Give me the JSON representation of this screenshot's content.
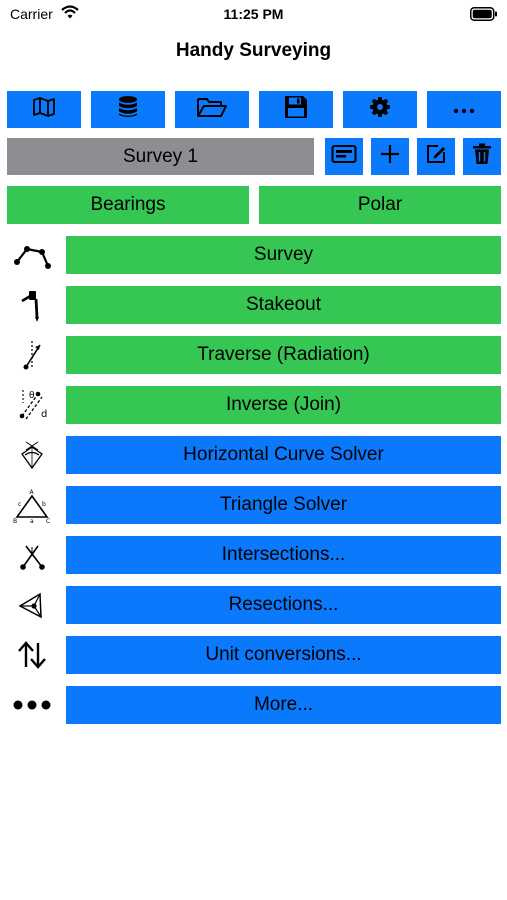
{
  "status_bar": {
    "carrier": "Carrier",
    "time": "11:25 PM"
  },
  "title": "Handy Surveying",
  "toolbar": {
    "icons": [
      "map-icon",
      "database-icon",
      "folder-icon",
      "save-icon",
      "gear-icon",
      "more-icon"
    ]
  },
  "survey": {
    "name": "Survey 1",
    "actions": [
      "card-icon",
      "plus-icon",
      "edit-icon",
      "trash-icon"
    ]
  },
  "modes": {
    "bearings": "Bearings",
    "polar": "Polar"
  },
  "menu": [
    {
      "label": "Survey",
      "icon": "survey-path-icon",
      "color": "green"
    },
    {
      "label": "Stakeout",
      "icon": "stake-icon",
      "color": "green"
    },
    {
      "label": "Traverse (Radiation)",
      "icon": "traverse-icon",
      "color": "green"
    },
    {
      "label": "Inverse (Join)",
      "icon": "inverse-icon",
      "color": "green"
    },
    {
      "label": "Horizontal Curve Solver",
      "icon": "curve-icon",
      "color": "blue"
    },
    {
      "label": "Triangle Solver",
      "icon": "triangle-icon",
      "color": "blue"
    },
    {
      "label": "Intersections...",
      "icon": "intersection-icon",
      "color": "blue"
    },
    {
      "label": "Resections...",
      "icon": "resection-icon",
      "color": "blue"
    },
    {
      "label": "Unit conversions...",
      "icon": "up-down-arrows-icon",
      "color": "blue"
    },
    {
      "label": "More...",
      "icon": "dots-icon",
      "color": "blue"
    }
  ],
  "colors": {
    "blue": "#0a79fb",
    "green": "#35c653",
    "gray": "#8e8e92"
  }
}
